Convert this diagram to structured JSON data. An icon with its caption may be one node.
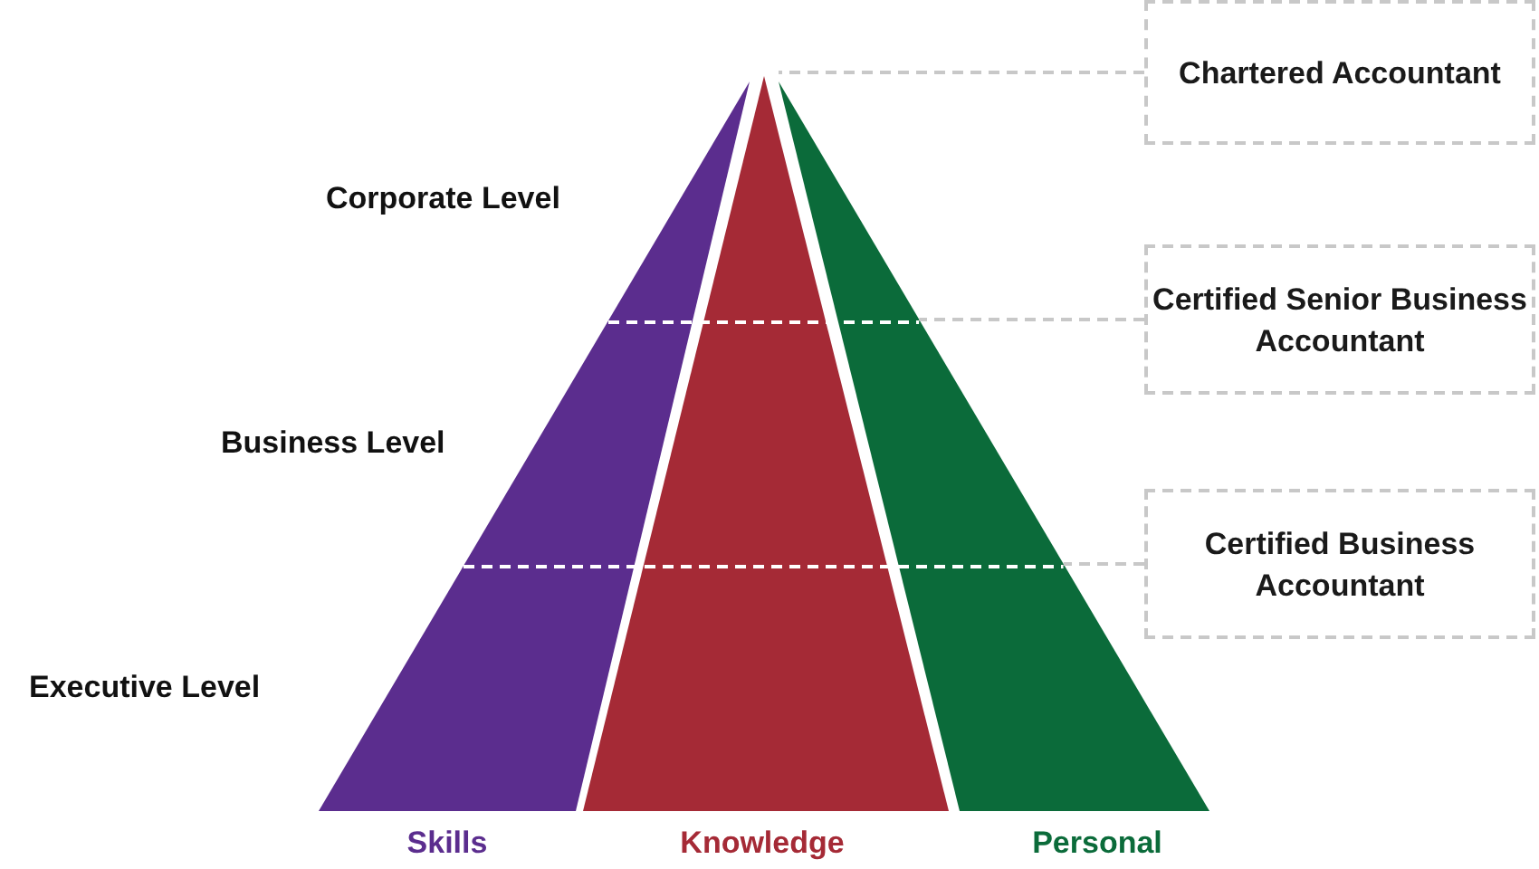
{
  "diagram": {
    "nodes": [
      {
        "text": [
          "Skills"
        ]
      },
      {
        "text": [
          "Knowledge"
        ]
      },
      {
        "text": [
          "Personal"
        ]
      },
      {
        "text": [
          "Chartered Accountant"
        ]
      },
      {
        "text": [
          "Certified Senior Business Accountant"
        ]
      },
      {
        "text": [
          "Certified Business Accountant"
        ]
      }
    ],
    "edges": [
      {
        "from": 3,
        "to": 2,
        "arrow": "none",
        "style": "dashed"
      },
      {
        "from": 4,
        "to": 2,
        "arrow": "none",
        "style": "dashed"
      },
      {
        "from": 5,
        "to": 2,
        "arrow": "none",
        "style": "dashed"
      }
    ],
    "labels": [
      "Corporate Level",
      "Business Level",
      "Executive Level"
    ]
  }
}
